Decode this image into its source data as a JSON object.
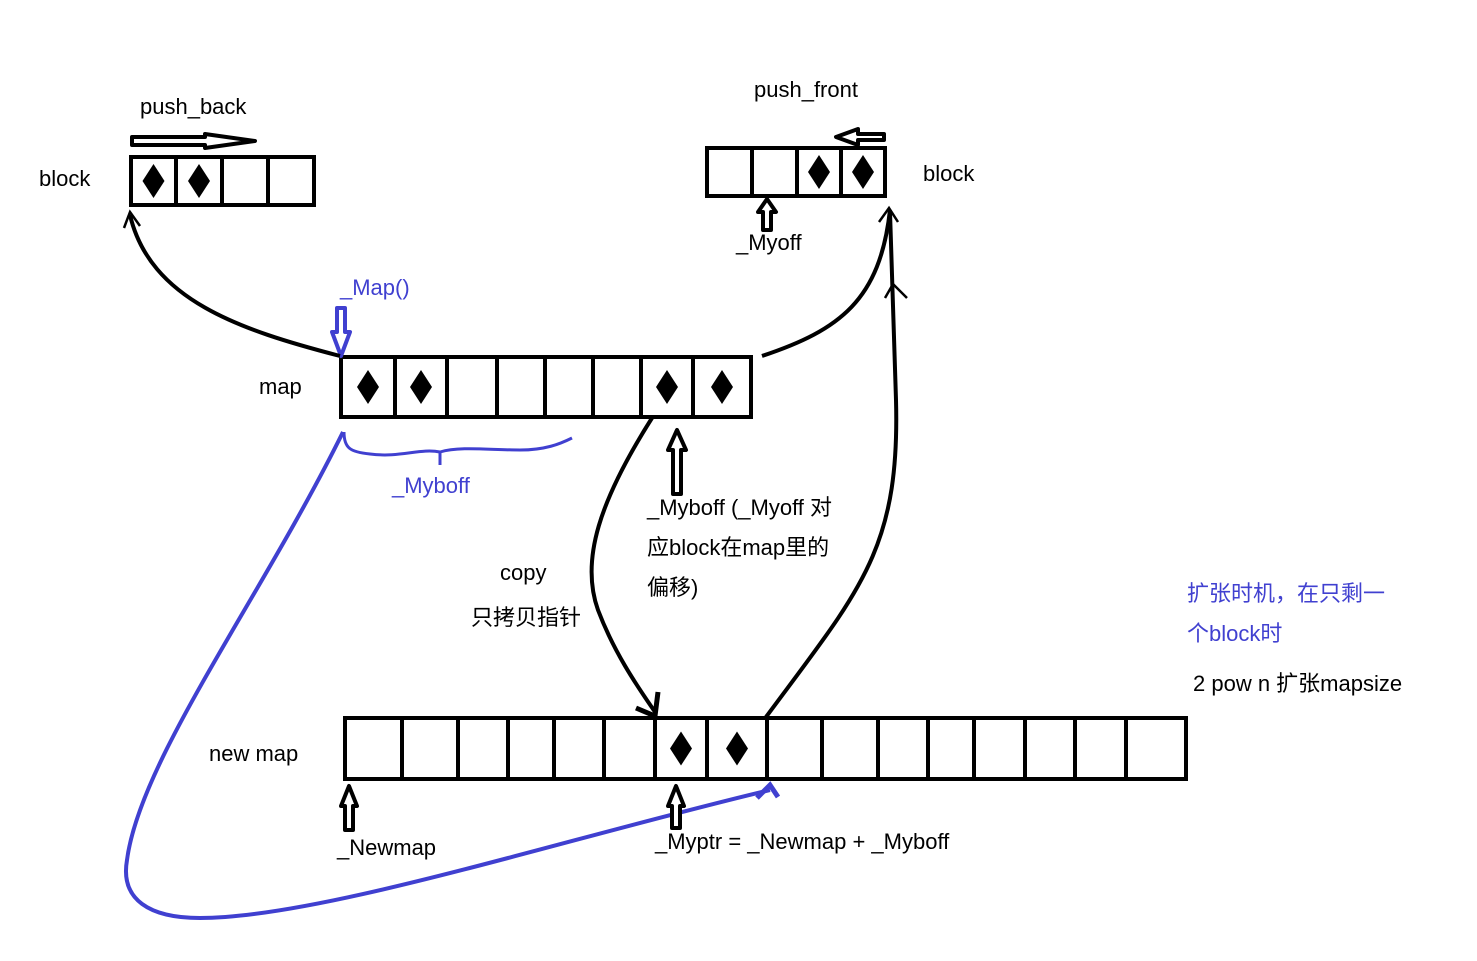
{
  "colors": {
    "ink": "#000000",
    "blue": "#4040d0",
    "background": "#ffffff"
  },
  "labels": {
    "push_back": "push_back",
    "push_front": "push_front",
    "block_left": "block",
    "block_right": "block",
    "myoff": "_Myoff",
    "map_func": "_Map()",
    "map": "map",
    "myboff_brace": "_Myboff",
    "myboff_note": [
      "_Myboff (_Myoff 对",
      "应block在map里的",
      "偏移)"
    ],
    "copy": "copy",
    "copy_note": "只拷贝指针",
    "expand_timing": [
      "扩张时机，在只剩一",
      "个block时"
    ],
    "expand_size": "2 pow n 扩张mapsize",
    "new_map": "new map",
    "newmap_ptr": "_Newmap",
    "myptr_formula": "_Myptr = _Newmap + _Myboff"
  },
  "structures": {
    "block_push_back": {
      "cells": 4,
      "filled": [
        0,
        1
      ]
    },
    "block_push_front": {
      "cells": 4,
      "filled": [
        2,
        3
      ]
    },
    "map": {
      "cells": 8,
      "filled": [
        0,
        1,
        6,
        7
      ]
    },
    "new_map": {
      "cells": 16,
      "filled": [
        6,
        7
      ]
    }
  }
}
